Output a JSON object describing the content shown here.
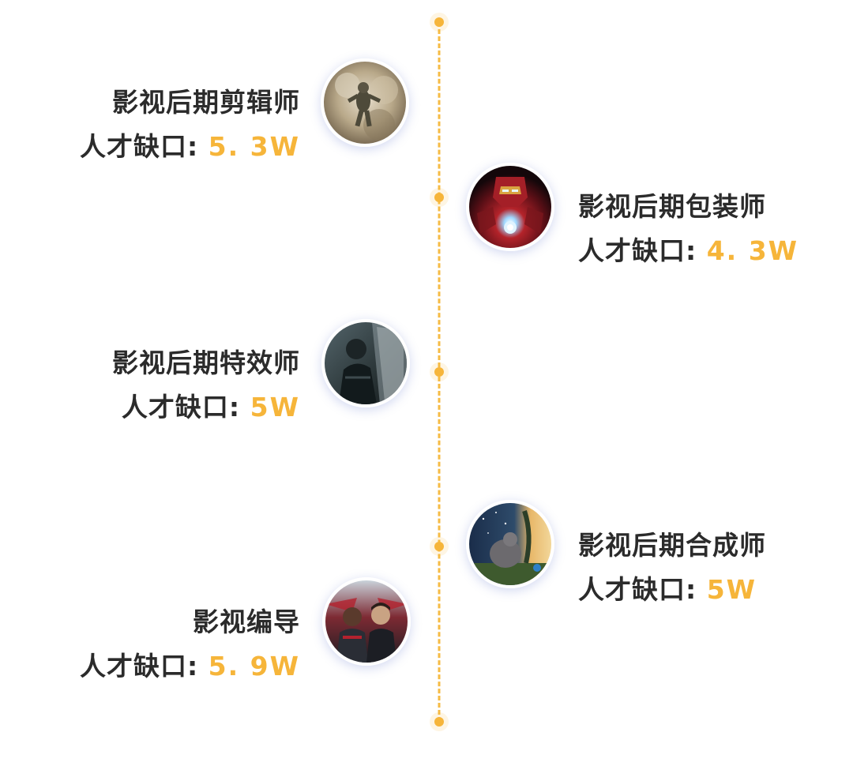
{
  "colors": {
    "accent": "#f6b53a",
    "text": "#2b2b2b",
    "line": "#f6bb44"
  },
  "items": [
    {
      "role": "影视后期剪辑师",
      "gap_label": "人才缺口:",
      "gap_value": "5. 3W",
      "image": "astronaut-movie-still"
    },
    {
      "role": "影视后期包装师",
      "gap_label": "人才缺口:",
      "gap_value": "4. 3W",
      "image": "iron-man-movie-still"
    },
    {
      "role": "影视后期特效师",
      "gap_label": "人才缺口:",
      "gap_value": "5W",
      "image": "winter-soldier-movie-still"
    },
    {
      "role": "影视后期合成师",
      "gap_label": "人才缺口:",
      "gap_value": "5W",
      "image": "fantasy-landscape-movie-still"
    },
    {
      "role": "影视编导",
      "gap_label": "人才缺口:",
      "gap_value": "5. 9W",
      "image": "falcon-winter-soldier-poster"
    }
  ]
}
